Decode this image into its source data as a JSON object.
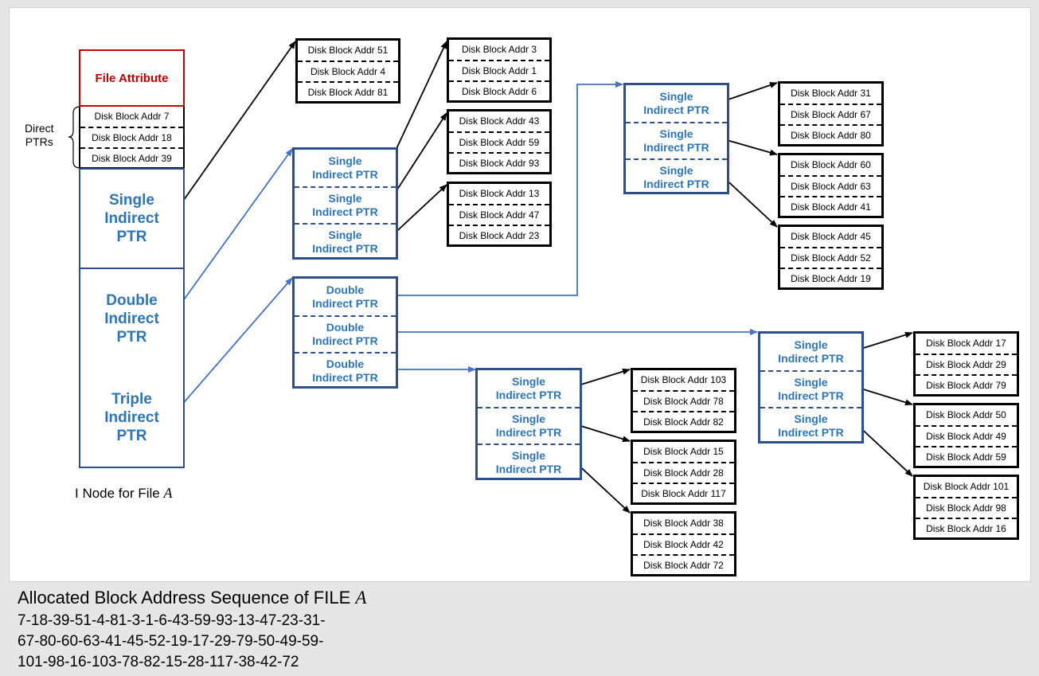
{
  "inode": {
    "attribute_label": "File Attribute",
    "direct_ptrs": [
      "Disk Block Addr 7",
      "Disk Block Addr 18",
      "Disk Block Addr 39"
    ],
    "direct_label": [
      "Direct",
      "PTRs"
    ],
    "single": [
      "Single",
      "Indirect",
      "PTR"
    ],
    "double": [
      "Double",
      "Indirect",
      "PTR"
    ],
    "triple": [
      "Triple",
      "Indirect",
      "PTR"
    ],
    "caption": "I Node for File ",
    "caption_var": "A"
  },
  "single_indirect_lbl": [
    "Single",
    "Indirect PTR"
  ],
  "double_indirect_lbl": [
    "Double",
    "Indirect PTR"
  ],
  "blocks": {
    "b51": [
      "Disk Block Addr 51",
      "Disk Block Addr 4",
      "Disk Block Addr 81"
    ],
    "b3": [
      "Disk Block Addr 3",
      "Disk Block Addr 1",
      "Disk Block Addr 6"
    ],
    "b43": [
      "Disk Block Addr 43",
      "Disk Block Addr 59",
      "Disk Block Addr 93"
    ],
    "b13": [
      "Disk Block Addr 13",
      "Disk Block Addr 47",
      "Disk Block Addr 23"
    ],
    "b31": [
      "Disk Block Addr 31",
      "Disk Block Addr 67",
      "Disk Block Addr 80"
    ],
    "b60": [
      "Disk Block Addr 60",
      "Disk Block Addr 63",
      "Disk Block Addr 41"
    ],
    "b45": [
      "Disk Block Addr 45",
      "Disk Block Addr 52",
      "Disk Block Addr 19"
    ],
    "b17": [
      "Disk Block Addr 17",
      "Disk Block Addr 29",
      "Disk Block Addr 79"
    ],
    "b50": [
      "Disk Block Addr 50",
      "Disk Block Addr 49",
      "Disk Block Addr 59"
    ],
    "b101": [
      "Disk Block Addr 101",
      "Disk Block Addr 98",
      "Disk Block Addr 16"
    ],
    "b103": [
      "Disk Block Addr 103",
      "Disk Block Addr 78",
      "Disk Block Addr 82"
    ],
    "b15": [
      "Disk Block Addr 15",
      "Disk Block Addr 28",
      "Disk Block Addr 117"
    ],
    "b38": [
      "Disk Block Addr 38",
      "Disk Block Addr 42",
      "Disk Block Addr 72"
    ]
  },
  "footer": {
    "title": "Allocated Block Address Sequence of FILE ",
    "title_var": "A",
    "lines": [
      "7-18-39-51-4-81-3-1-6-43-59-93-13-47-23-31-",
      "67-80-60-63-41-45-52-19-17-29-79-50-49-59-",
      "101-98-16-103-78-82-15-28-117-38-42-72"
    ]
  },
  "colors": {
    "pointer": "#2e4f8e",
    "pointer_text": "#2e75b6",
    "attribute": "#c00000",
    "arrow_blue": "#4472c4"
  }
}
